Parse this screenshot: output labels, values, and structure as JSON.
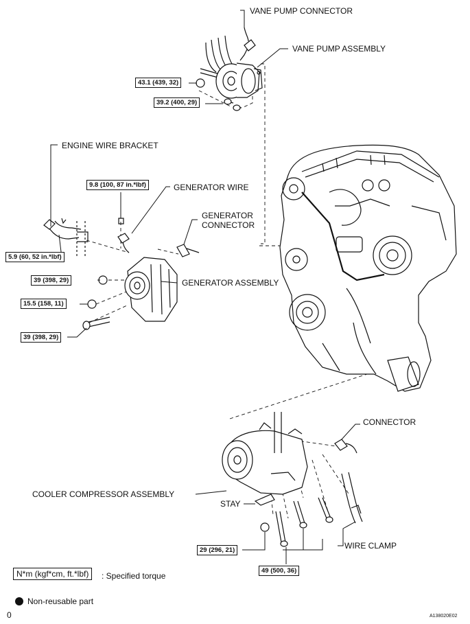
{
  "labels": {
    "vane_pump_connector": "VANE PUMP CONNECTOR",
    "vane_pump_assembly": "VANE PUMP ASSEMBLY",
    "engine_wire_bracket": "ENGINE WIRE BRACKET",
    "generator_wire": "GENERATOR WIRE",
    "generator_connector": "GENERATOR\nCONNECTOR",
    "generator_assembly": "GENERATOR ASSEMBLY",
    "connector": "CONNECTOR",
    "cooler_compressor_assembly": "COOLER COMPRESSOR ASSEMBLY",
    "stay": "STAY",
    "wire_clamp": "WIRE CLAMP"
  },
  "torques": {
    "vane_43_1": "43.1 (439, 32)",
    "vane_39_2": "39.2 (400, 29)",
    "gen_wire_9_8": "9.8 (100, 87 in.*lbf)",
    "bracket_5_9": "5.9 (60, 52 in.*lbf)",
    "gen_39_a": "39 (398, 29)",
    "gen_15_5": "15.5 (158, 11)",
    "gen_39_b": "39 (398, 29)",
    "comp_29": "29 (296, 21)",
    "comp_49": "49 (500, 36)"
  },
  "legend": {
    "unit": "N*m (kgf*cm, ft.*lbf)",
    "unit_desc": ": Specified torque",
    "non_reusable": "Non-reusable part",
    "page_marker": "0"
  },
  "figure_code": "A138020E02"
}
